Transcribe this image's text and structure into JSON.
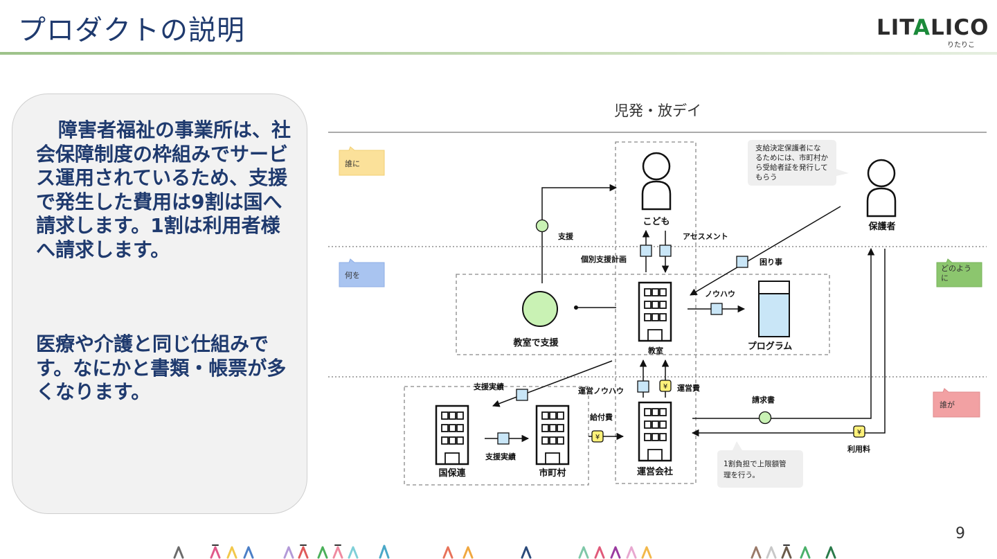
{
  "slide": {
    "title": "プロダクトの説明",
    "page_number": "9",
    "logo": {
      "main": "LIT",
      "accent": "A",
      "tail": "LICO",
      "sub": "りたりこ"
    }
  },
  "panel": {
    "paragraph1": "障害者福祉の事業所は、社会保障制度の枠組みでサービス運用されているため、支援で発生した費用は9割は国へ請求します。1割は利用者様へ請求します。",
    "paragraph2": "医療や介護と同じ仕組みです。なにかと書類・帳票が多くなります。"
  },
  "diagram": {
    "title": "児発・放デイ",
    "lane_tags": {
      "who_to": "誰に",
      "what": "何を",
      "how": "どのように",
      "who": "誰が"
    },
    "actors": {
      "child": "こども",
      "guardian": "保護者",
      "classroom": "教室",
      "program": "プログラム",
      "support_in_class": "教室で支援",
      "kokuhoren": "国保連",
      "municipality": "市町村",
      "operator": "運営会社"
    },
    "flow_labels": {
      "support": "支援",
      "individual_plan": "個別支援計画",
      "assessment": "アセスメント",
      "trouble": "困り事",
      "knowhow": "ノウハウ",
      "support_record_1": "支援実績",
      "support_record_2": "支援実績",
      "benefit": "給付費",
      "ops_knowhow": "運営ノウハウ",
      "ops_cost": "運営費",
      "invoice": "請求書",
      "user_fee": "利用料",
      "yen": "¥"
    },
    "callouts": {
      "certificate": [
        "支給決定保護者にな",
        "るためには、市町村か",
        "ら受給者証を発行して",
        "もらう"
      ],
      "copay": [
        "1割負担で上限額管",
        "理を行う。"
      ]
    }
  },
  "colors": {
    "title_navy": "#1f3a6e",
    "tag_yellow": "#fbe19a",
    "tag_blue": "#a9c4f0",
    "tag_green": "#8cc66e",
    "tag_pink": "#f2a1a3",
    "node_green": "#c9f2b4",
    "node_blue": "#c9e6f7",
    "yen_yellow": "#fff27a",
    "logo_green": "#1b8a3a"
  }
}
